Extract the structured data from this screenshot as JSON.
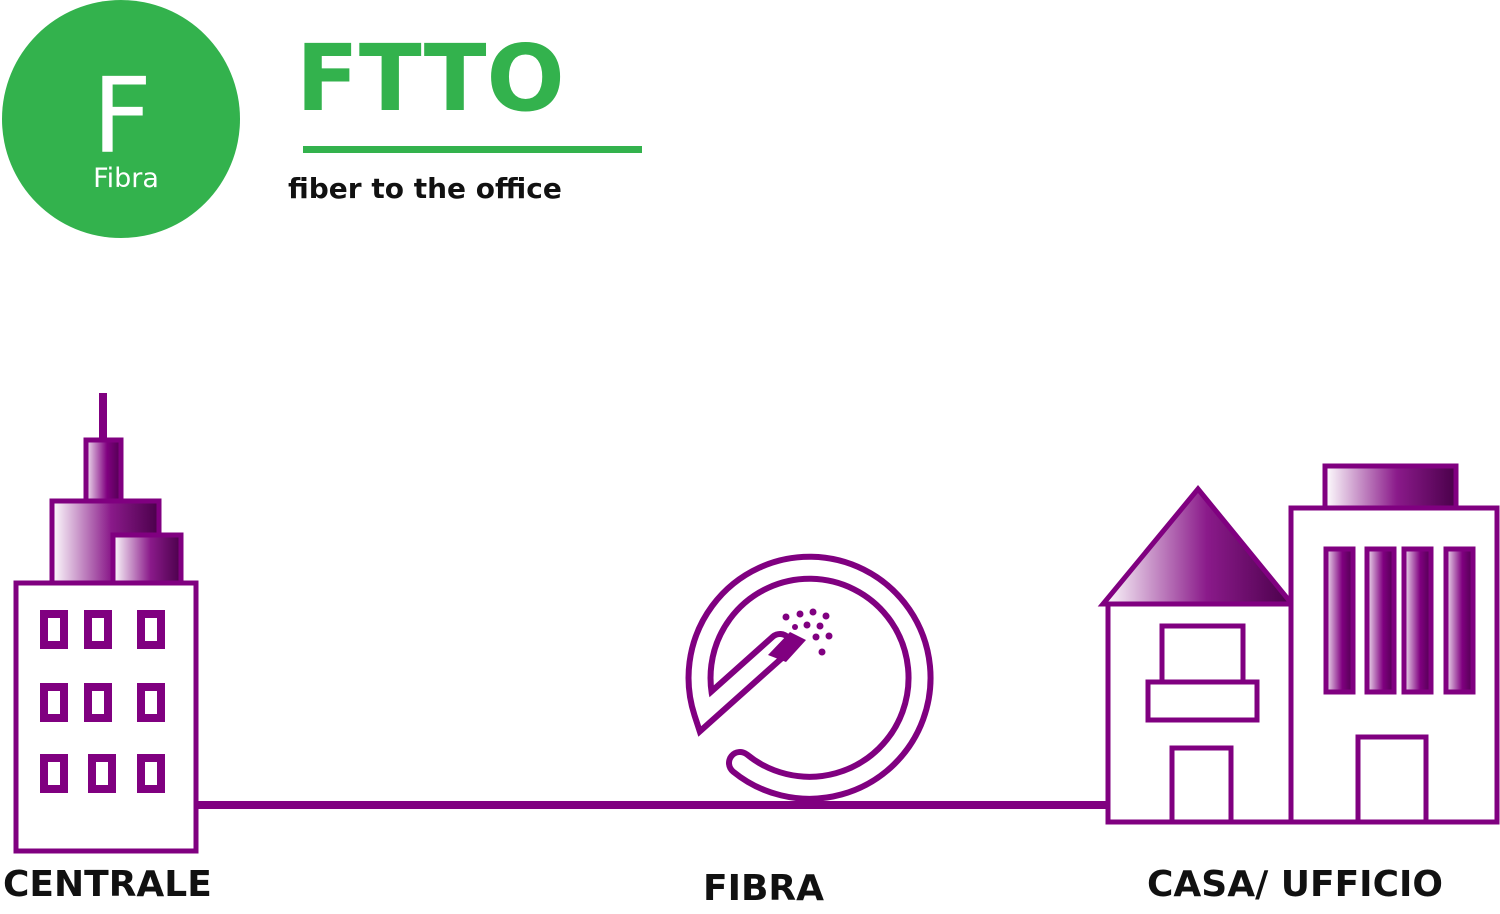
{
  "logo": {
    "letter": "F",
    "caption": "Fibra",
    "color": "#33b24d"
  },
  "header": {
    "title": "FTTO",
    "subtitle": "fiber to the office",
    "underline_color": "#33b24d"
  },
  "nodes": {
    "left": {
      "label": "CENTRALE",
      "icon": "office-tower-icon"
    },
    "middle": {
      "label": "FIBRA",
      "icon": "fiber-optic-cable-icon"
    },
    "right": {
      "label": "CASA/ UFFICIO",
      "icon": "house-and-office-icon"
    }
  },
  "colors": {
    "primary": "#800080",
    "accent": "#33b24d",
    "text": "#111111"
  }
}
